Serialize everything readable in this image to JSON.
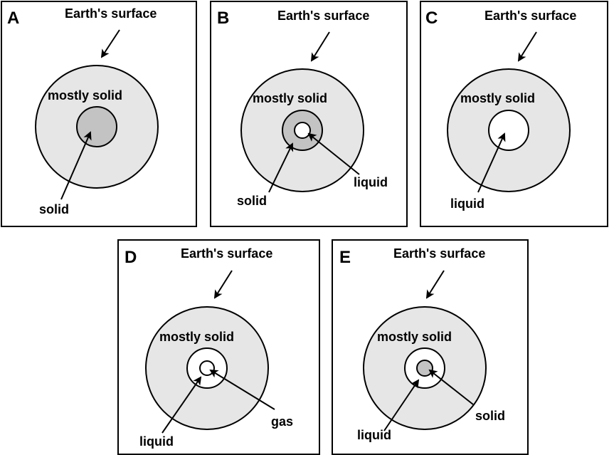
{
  "colors": {
    "mantle": "#e6e6e6",
    "solid_core": "#c3c3c3",
    "liquid_core": "#ffffff",
    "gas_core": "#ffffff",
    "outline": "#000000"
  },
  "panels": [
    {
      "letter": "A",
      "surface_label": "Earth's surface",
      "mantle_label": "mostly solid",
      "layers": [
        "solid"
      ],
      "core_labels": [
        "solid"
      ]
    },
    {
      "letter": "B",
      "surface_label": "Earth's surface",
      "mantle_label": "mostly solid",
      "layers": [
        "solid",
        "liquid"
      ],
      "core_labels": [
        "solid",
        "liquid"
      ]
    },
    {
      "letter": "C",
      "surface_label": "Earth's surface",
      "mantle_label": "mostly solid",
      "layers": [
        "liquid"
      ],
      "core_labels": [
        "liquid"
      ]
    },
    {
      "letter": "D",
      "surface_label": "Earth's surface",
      "mantle_label": "mostly solid",
      "layers": [
        "liquid",
        "gas"
      ],
      "core_labels": [
        "liquid",
        "gas"
      ]
    },
    {
      "letter": "E",
      "surface_label": "Earth's surface",
      "mantle_label": "mostly solid",
      "layers": [
        "liquid",
        "solid"
      ],
      "core_labels": [
        "liquid",
        "solid"
      ]
    }
  ]
}
